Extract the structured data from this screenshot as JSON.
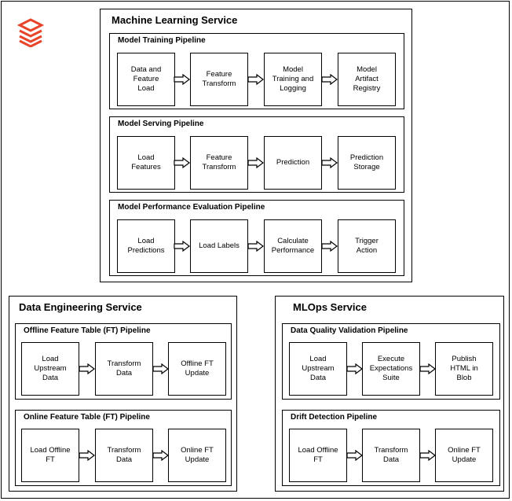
{
  "colors": {
    "logo": "#e8442a",
    "stroke": "#000000",
    "fill": "#ffffff"
  },
  "logo_icon": "databricks-stacked-layers-icon",
  "ml": {
    "title": "Machine Learning Service",
    "training": {
      "title": "Model Training Pipeline",
      "steps": [
        "Data and\nFeature\nLoad",
        "Feature\nTransform",
        "Model\nTraining and\nLogging",
        "Model\nArtifact\nRegistry"
      ]
    },
    "serving": {
      "title": "Model Serving Pipeline",
      "steps": [
        "Load\nFeatures",
        "Feature\nTransform",
        "Prediction",
        "Prediction\nStorage"
      ]
    },
    "evaluation": {
      "title": "Model Performance Evaluation Pipeline",
      "steps": [
        "Load\nPredictions",
        "Load Labels",
        "Calculate\nPerformance",
        "Trigger\nAction"
      ]
    }
  },
  "de": {
    "title": "Data Engineering Service",
    "offline": {
      "title": "Offline Feature Table (FT) Pipeline",
      "steps": [
        "Load\nUpstream\nData",
        "Transform\nData",
        "Offline FT\nUpdate"
      ]
    },
    "online": {
      "title": "Online Feature Table (FT) Pipeline",
      "steps": [
        "Load Offline\nFT",
        "Transform\nData",
        "Online FT\nUpdate"
      ]
    }
  },
  "mlops": {
    "title": "MLOps Service",
    "quality": {
      "title": "Data Quality Validation Pipeline",
      "steps": [
        "Load\nUpstream\nData",
        "Execute\nExpectations\nSuite",
        "Publish\nHTML in\nBlob"
      ]
    },
    "drift": {
      "title": "Drift Detection Pipeline",
      "steps": [
        "Load Offline\nFT",
        "Transform\nData",
        "Online FT\nUpdate"
      ]
    }
  }
}
